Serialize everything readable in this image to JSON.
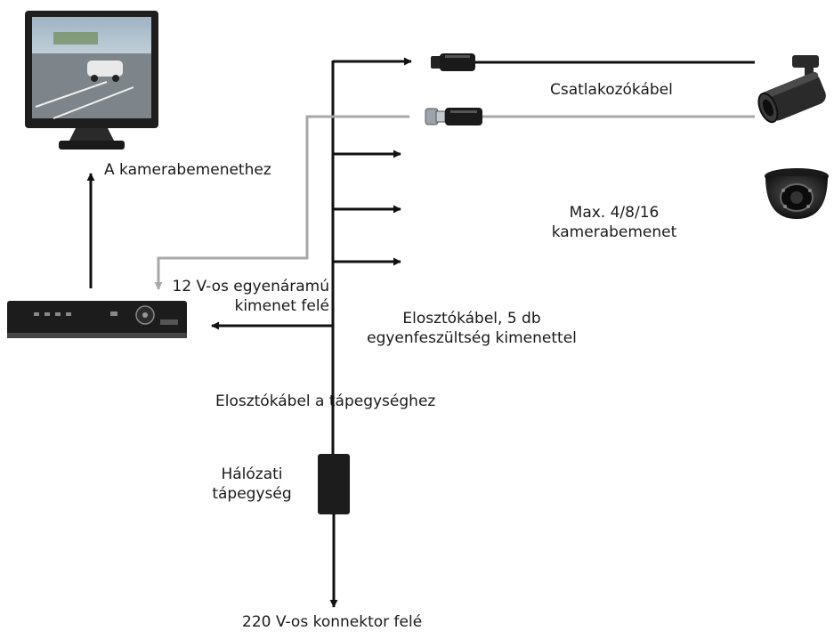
{
  "labels": {
    "monitor_input": "A kamerabemenethez",
    "connector_cable": "Csatlakozókábel",
    "max_inputs_line1": "Max. 4/8/16",
    "max_inputs_line2": "kamerabemenet",
    "dc_output_line1": "12 V-os egyenáramú",
    "dc_output_line2": "kimenet felé",
    "splitter_line1": "Elosztókábel, 5 db",
    "splitter_line2": "egyenfeszültség kimenettel",
    "psu_splitter": "Elosztókábel a tápegységhez",
    "psu_line1": "Hálózati",
    "psu_line2": "tápegység",
    "mains": "220 V-os konnektor felé"
  },
  "colors": {
    "line": "#111111",
    "gray_cable": "#a8a8a8",
    "device_body": "#1c1c1c"
  }
}
